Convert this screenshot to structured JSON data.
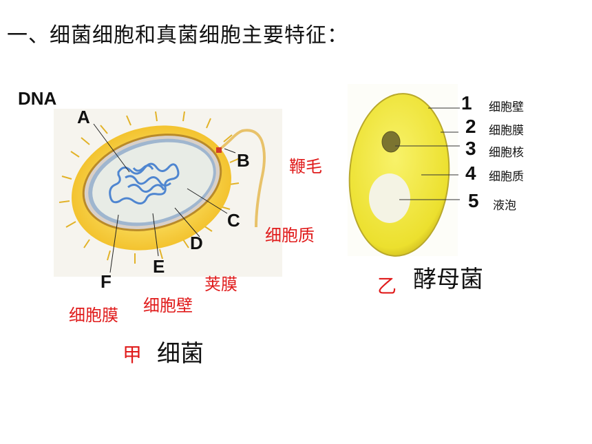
{
  "title": "一、细菌细胞和真菌细胞主要特征：",
  "bacteria": {
    "dna_label": "DNA",
    "letters": {
      "A": "A",
      "B": "B",
      "C": "C",
      "D": "D",
      "E": "E",
      "F": "F"
    },
    "flagellum": "鞭毛",
    "cytoplasm": "细胞质",
    "capsule": "荚膜",
    "cell_wall": "细胞壁",
    "cell_membrane": "细胞膜",
    "caption_mark": "甲",
    "caption": "细菌"
  },
  "yeast": {
    "parts": [
      {
        "num": "1",
        "label": "细胞壁"
      },
      {
        "num": "2",
        "label": "细胞膜"
      },
      {
        "num": "3",
        "label": "细胞核"
      },
      {
        "num": "4",
        "label": "细胞质"
      },
      {
        "num": "5",
        "label": "液泡"
      }
    ],
    "caption_mark": "乙",
    "caption": "酵母菌"
  },
  "colors": {
    "annotation": "#e01b1b",
    "capsule": "#f2c631",
    "yeast_fill": "#f2ea3a",
    "cytoplasm": "#e8ece6",
    "dna": "#5a8fd6"
  }
}
